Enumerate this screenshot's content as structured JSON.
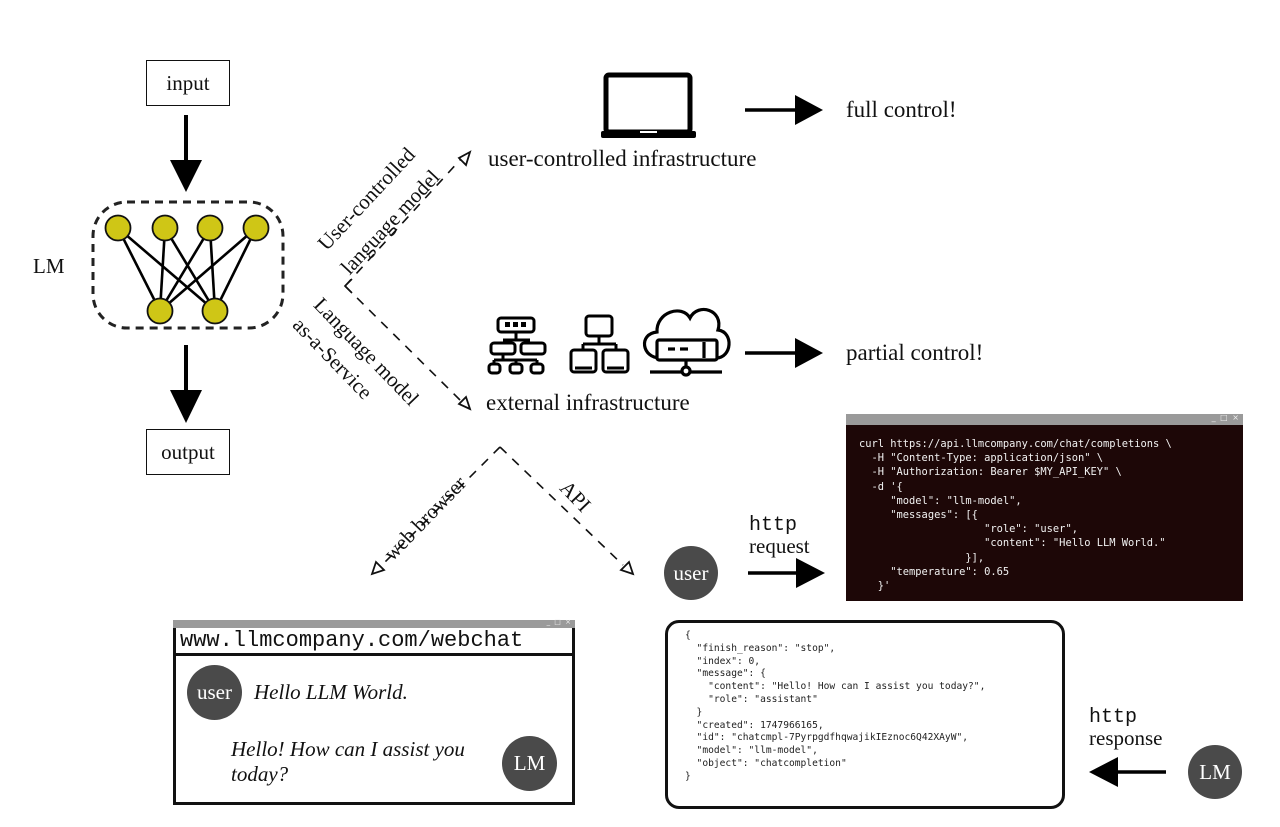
{
  "model_diagram": {
    "input_label": "input",
    "output_label": "output",
    "lm_label": "LM",
    "node_color": "#cfc616"
  },
  "branches": {
    "user_controlled_line1": "User-controlled",
    "user_controlled_line2": "language model",
    "laas_line1": "Language model",
    "laas_line2": "as-a-Service",
    "web_browser": "web browser",
    "api": "API"
  },
  "infrastructure": {
    "user_controlled": {
      "icon": "laptop-icon",
      "label": "user-controlled infrastructure",
      "result": "full control!"
    },
    "external": {
      "icons": [
        "hierarchy-network-icon",
        "computer-network-icon",
        "cloud-server-icon"
      ],
      "label": "external infrastructure",
      "result": "partial control!"
    }
  },
  "web_chat": {
    "window_controls": "_ □ ×",
    "url": "www.llmcompany.com/webchat",
    "user_avatar": "user",
    "user_message": "Hello LLM World.",
    "lm_avatar": "LM",
    "lm_message_line1": "Hello! How can I assist you",
    "lm_message_line2": "today?"
  },
  "api_flow": {
    "user_avatar": "user",
    "request_label_line1": "http",
    "request_label_line2": "request",
    "response_label_line1": "http",
    "response_label_line2": "response",
    "lm_avatar": "LM"
  },
  "terminal": {
    "window_controls": "_ □ ×",
    "lines": [
      "curl https://api.llmcompany.com/chat/completions \\",
      "  -H \"Content-Type: application/json\" \\",
      "  -H \"Authorization: Bearer $MY_API_KEY\" \\",
      "  -d '{",
      "     \"model\": \"llm-model\",",
      "     \"messages\": [{",
      "                    \"role\": \"user\",",
      "                    \"content\": \"Hello LLM World.\"",
      "                 }],",
      "     \"temperature\": 0.65",
      "   }'"
    ]
  },
  "response_json": {
    "lines": [
      "{",
      "  \"finish_reason\": \"stop\",",
      "  \"index\": 0,",
      "  \"message\": {",
      "    \"content\": \"Hello! How can I assist you today?\",",
      "    \"role\": \"assistant\"",
      "  }",
      "  \"created\": 1747966165,",
      "  \"id\": \"chatcmpl-7PyrpgdfhqwajikIEznoc6Q42XAyW\",",
      "  \"model\": \"llm-model\",",
      "  \"object\": \"chatcompletion\"",
      "}"
    ]
  }
}
